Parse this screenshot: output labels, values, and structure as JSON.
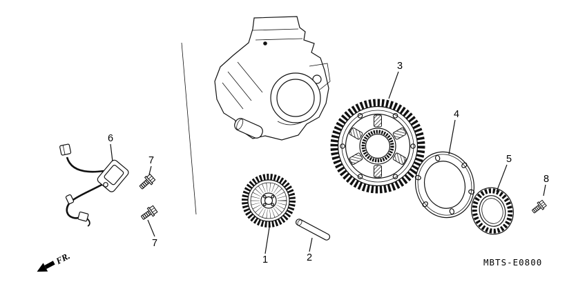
{
  "diagram": {
    "code": "MBTS-E0800",
    "fr_label": "FR.",
    "labels": {
      "n1": "1",
      "n2": "2",
      "n3": "3",
      "n4": "4",
      "n5": "5",
      "n6": "6",
      "n7a": "7",
      "n7b": "7",
      "n8": "8"
    }
  }
}
